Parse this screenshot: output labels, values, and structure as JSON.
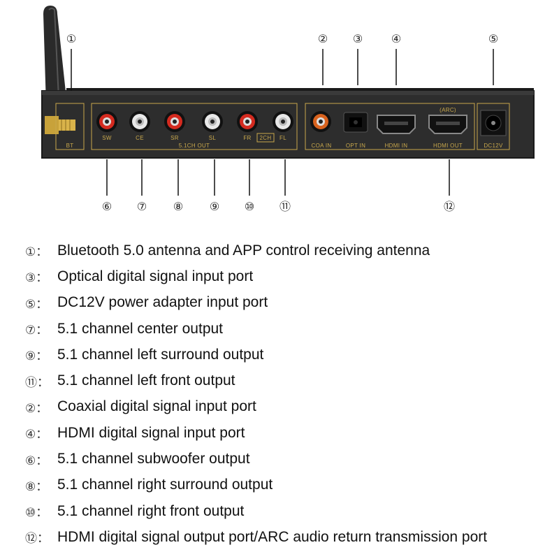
{
  "device": {
    "colors": {
      "panel": "#2d2d2d",
      "panel_edge": "#1a1a1a",
      "label_gold": "#c9a84c",
      "rca_red": "#d42a1f",
      "rca_white": "#e8e8e8",
      "rca_orange": "#d8621e"
    },
    "port_labels": {
      "bt": "BT",
      "sw": "SW",
      "ce": "CE",
      "sr": "SR",
      "sl": "SL",
      "fr": "FR",
      "ch2": "2CH",
      "fl": "FL",
      "out51": "5.1CH OUT",
      "coa": "COA IN",
      "opt": "OPT IN",
      "hdmi_in": "HDMI IN",
      "hdmi_out": "HDMI OUT",
      "arc": "(ARC)",
      "dc": "DC12V"
    }
  },
  "callouts": [
    "①",
    "②",
    "③",
    "④",
    "⑤",
    "⑥",
    "⑦",
    "⑧",
    "⑨",
    "⑩",
    "⑪",
    "⑫"
  ],
  "legend": [
    {
      "num": "①",
      "text": "Bluetooth 5.0 antenna and APP control receiving antenna"
    },
    {
      "num": "③",
      "text": "Optical digital signal input port"
    },
    {
      "num": "⑤",
      "text": "DC12V power adapter input port"
    },
    {
      "num": "⑦",
      "text": "5.1 channel center output"
    },
    {
      "num": "⑨",
      "text": "5.1 channel left surround output"
    },
    {
      "num": "⑪",
      "text": "5.1 channel left front output"
    },
    {
      "num": "②",
      "text": "Coaxial digital signal input port"
    },
    {
      "num": "④",
      "text": "HDMI digital signal input port"
    },
    {
      "num": "⑥",
      "text": "5.1 channel subwoofer output"
    },
    {
      "num": "⑧",
      "text": "5.1 channel right surround output"
    },
    {
      "num": "⑩",
      "text": "5.1 channel right front output"
    },
    {
      "num": "⑫",
      "text": "HDMI digital signal output port/ARC audio return transmission port"
    }
  ]
}
